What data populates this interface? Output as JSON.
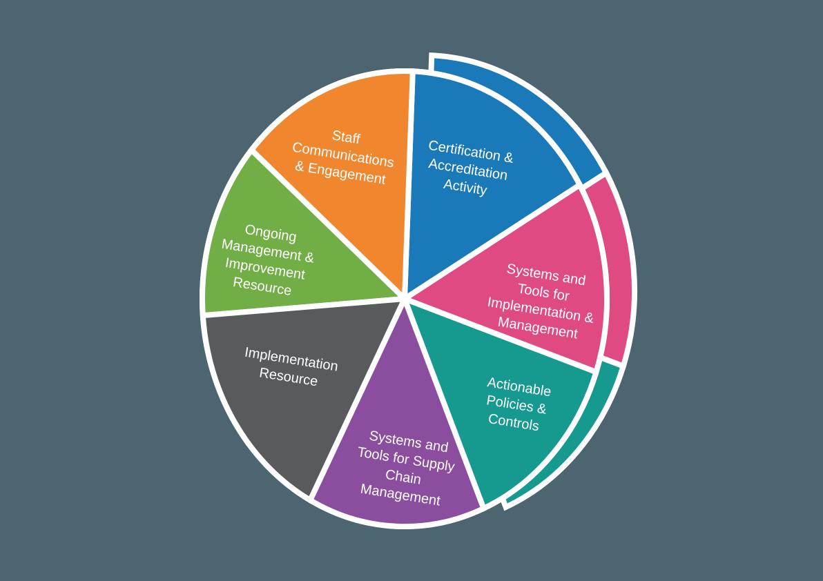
{
  "background_color": "#4c6570",
  "chart_data": {
    "type": "pie",
    "title": "",
    "categories": [
      "Certification & Accreditation Activity",
      "Systems and Tools for Implementation & Management",
      "Actionable Policies & Controls",
      "Systems and Tools for Supply Chain Management",
      "Implementation Resource",
      "Ongoing Management & Improvement Resource",
      "Staff Communications & Engagement"
    ],
    "values": [
      14.3,
      14.3,
      14.3,
      14.3,
      14.3,
      14.3,
      14.3
    ],
    "unit": "percent (approximate — slices appear equal, no numeric labels shown)",
    "colors": [
      "#1a79b8",
      "#e04a82",
      "#16998f",
      "#8b4d9e",
      "#595a5c",
      "#72ae46",
      "#f0862d"
    ],
    "legend": "none — labels rendered in white inside each slice",
    "label_color": "#ffffff",
    "style_notes": "3D-tilted exploded pie with white slice borders; depth bands visible behind blue, pink and teal slices on the right side"
  },
  "slices": [
    {
      "id": "certification-accreditation-activity",
      "label": "Certification &\nAccreditation\nActivity",
      "color": "#1a79b8"
    },
    {
      "id": "systems-tools-implementation-management",
      "label": "Systems and\nTools for\nImplementation &\nManagement",
      "color": "#e04a82"
    },
    {
      "id": "actionable-policies-controls",
      "label": "Actionable\nPolicies &\nControls",
      "color": "#16998f"
    },
    {
      "id": "systems-tools-supply-chain-management",
      "label": "Systems and\nTools for Supply\nChain\nManagement",
      "color": "#8b4d9e"
    },
    {
      "id": "implementation-resource",
      "label": "Implementation\nResource",
      "color": "#595a5c"
    },
    {
      "id": "ongoing-management-improvement-resource",
      "label": "Ongoing\nManagement &\nImprovement\nResource",
      "color": "#72ae46"
    },
    {
      "id": "staff-communications-engagement",
      "label": "Staff\nCommunications\n& Engagement",
      "color": "#f0862d"
    }
  ]
}
